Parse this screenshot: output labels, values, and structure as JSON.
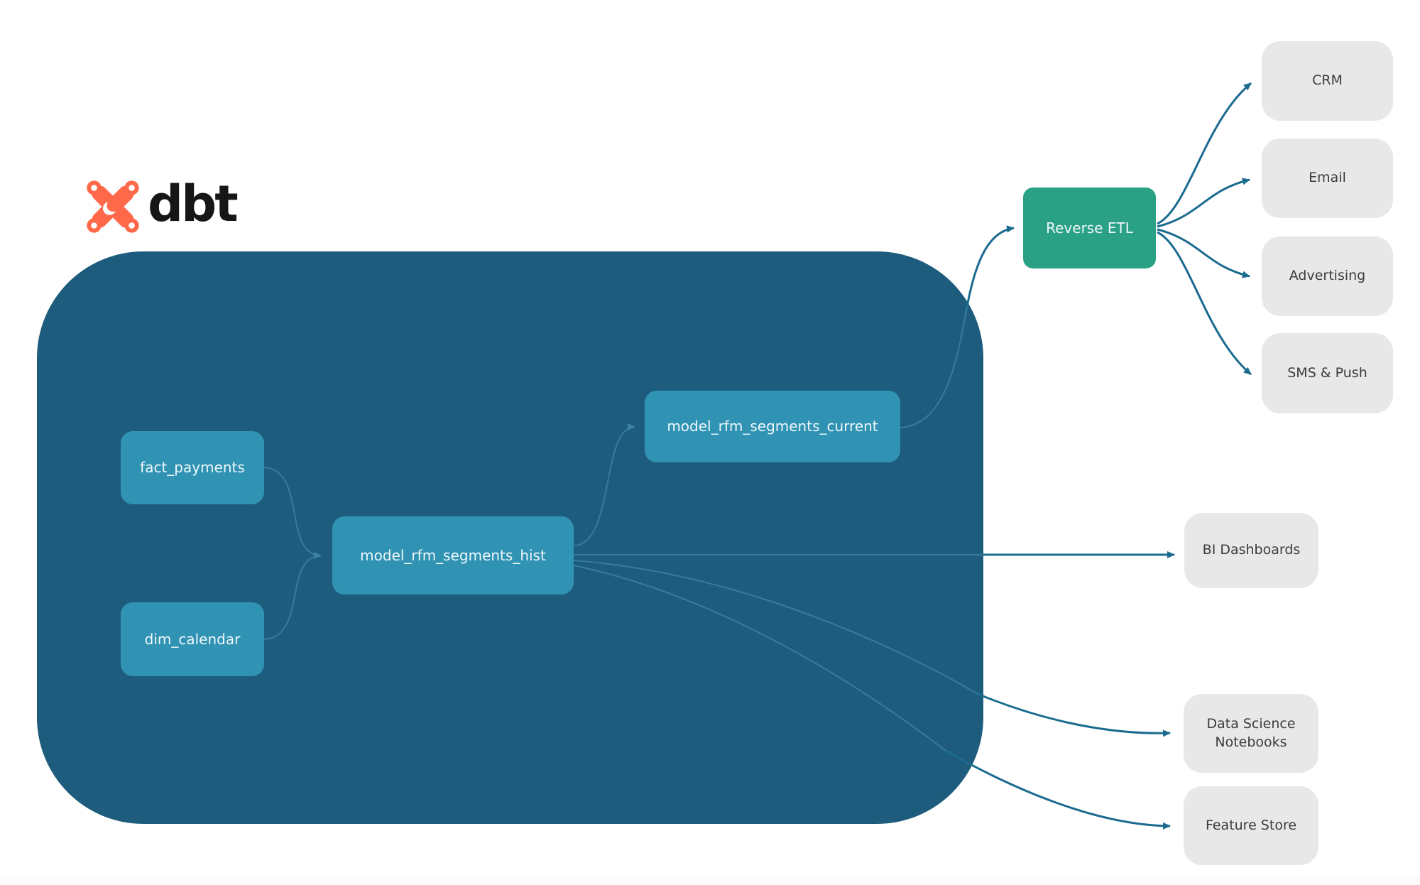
{
  "diagram": {
    "logo": {
      "brand": "dbt"
    },
    "colors": {
      "container_bg": "#1d5c7d",
      "model_node": "#3093b4",
      "reverse_etl_node": "#2aa185",
      "destination_node": "#e8e8e8",
      "edge_outer": "#1b6b90",
      "edge_inner": "#3b81a1",
      "logo_orange": "#ff694a",
      "logo_text": "#161616"
    },
    "nodes": {
      "fact_payments": {
        "label": "fact_payments"
      },
      "dim_calendar": {
        "label": "dim_calendar"
      },
      "model_rfm_segments_hist": {
        "label": "model_rfm_segments_hist"
      },
      "model_rfm_segments_current": {
        "label": "model_rfm_segments_current"
      },
      "reverse_etl": {
        "label": "Reverse ETL"
      },
      "crm": {
        "label": "CRM"
      },
      "email": {
        "label": "Email"
      },
      "advertising": {
        "label": "Advertising"
      },
      "sms_push": {
        "label": "SMS & Push"
      },
      "bi_dashboards": {
        "label": "BI Dashboards"
      },
      "data_science_notebooks": {
        "label": "Data Science Notebooks"
      },
      "feature_store": {
        "label": "Feature Store"
      }
    },
    "edges": [
      {
        "from": "fact_payments",
        "to": "model_rfm_segments_hist"
      },
      {
        "from": "dim_calendar",
        "to": "model_rfm_segments_hist"
      },
      {
        "from": "model_rfm_segments_hist",
        "to": "model_rfm_segments_current"
      },
      {
        "from": "model_rfm_segments_current",
        "to": "Reverse ETL"
      },
      {
        "from": "Reverse ETL",
        "to": "CRM"
      },
      {
        "from": "Reverse ETL",
        "to": "Email"
      },
      {
        "from": "Reverse ETL",
        "to": "Advertising"
      },
      {
        "from": "Reverse ETL",
        "to": "SMS & Push"
      },
      {
        "from": "model_rfm_segments_hist",
        "to": "BI Dashboards"
      },
      {
        "from": "model_rfm_segments_hist",
        "to": "Data Science Notebooks"
      },
      {
        "from": "model_rfm_segments_hist",
        "to": "Feature Store"
      }
    ]
  }
}
